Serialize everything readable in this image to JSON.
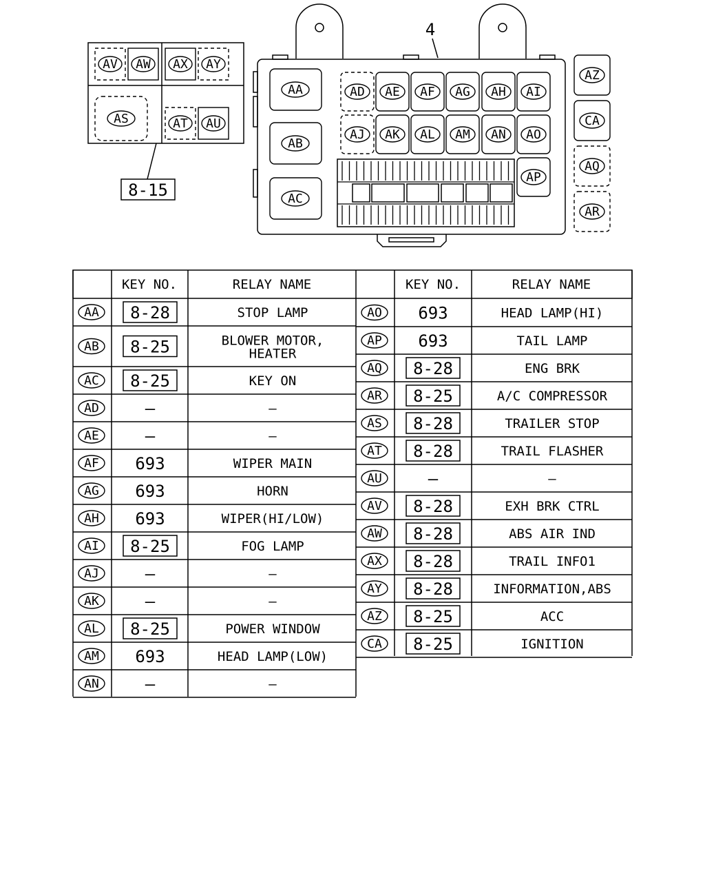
{
  "diagram": {
    "main_box_ref": "4",
    "sub_box_ref": "8-15",
    "sub_box_relays": [
      "AV",
      "AW",
      "AX",
      "AY",
      "AS",
      "AT",
      "AU"
    ],
    "main_box_relays": [
      "AA",
      "AB",
      "AC",
      "AD",
      "AE",
      "AF",
      "AG",
      "AH",
      "AI",
      "AJ",
      "AK",
      "AL",
      "AM",
      "AN",
      "AO",
      "AP"
    ],
    "side_relays": [
      "AZ",
      "CA",
      "AQ",
      "AR"
    ]
  },
  "table": {
    "headers": {
      "key_no": "KEY NO.",
      "relay_name": "RELAY NAME"
    },
    "left_rows": [
      {
        "id": "AA",
        "key": "8-28",
        "key_boxed": true,
        "name": "STOP LAMP"
      },
      {
        "id": "AB",
        "key": "8-25",
        "key_boxed": true,
        "name": "BLOWER MOTOR,",
        "name2": "HEATER"
      },
      {
        "id": "AC",
        "key": "8-25",
        "key_boxed": true,
        "name": "KEY ON"
      },
      {
        "id": "AD",
        "key": "—",
        "key_boxed": false,
        "name": "—"
      },
      {
        "id": "AE",
        "key": "—",
        "key_boxed": false,
        "name": "—"
      },
      {
        "id": "AF",
        "key": "693",
        "key_boxed": false,
        "name": "WIPER MAIN"
      },
      {
        "id": "AG",
        "key": "693",
        "key_boxed": false,
        "name": "HORN"
      },
      {
        "id": "AH",
        "key": "693",
        "key_boxed": false,
        "name": "WIPER(HI/LOW)"
      },
      {
        "id": "AI",
        "key": "8-25",
        "key_boxed": true,
        "name": "FOG LAMP"
      },
      {
        "id": "AJ",
        "key": "—",
        "key_boxed": false,
        "name": "—"
      },
      {
        "id": "AK",
        "key": "—",
        "key_boxed": false,
        "name": "—"
      },
      {
        "id": "AL",
        "key": "8-25",
        "key_boxed": true,
        "name": "POWER WINDOW"
      },
      {
        "id": "AM",
        "key": "693",
        "key_boxed": false,
        "name": "HEAD LAMP(LOW)"
      },
      {
        "id": "AN",
        "key": "—",
        "key_boxed": false,
        "name": "—"
      }
    ],
    "right_rows": [
      {
        "id": "AO",
        "key": "693",
        "key_boxed": false,
        "name": "HEAD LAMP(HI)"
      },
      {
        "id": "AP",
        "key": "693",
        "key_boxed": false,
        "name": "TAIL LAMP"
      },
      {
        "id": "AQ",
        "key": "8-28",
        "key_boxed": true,
        "name": "ENG BRK"
      },
      {
        "id": "AR",
        "key": "8-25",
        "key_boxed": true,
        "name": "A/C COMPRESSOR"
      },
      {
        "id": "AS",
        "key": "8-28",
        "key_boxed": true,
        "name": "TRAILER STOP"
      },
      {
        "id": "AT",
        "key": "8-28",
        "key_boxed": true,
        "name": "TRAIL FLASHER"
      },
      {
        "id": "AU",
        "key": "—",
        "key_boxed": false,
        "name": "—"
      },
      {
        "id": "AV",
        "key": "8-28",
        "key_boxed": true,
        "name": "EXH BRK CTRL"
      },
      {
        "id": "AW",
        "key": "8-28",
        "key_boxed": true,
        "name": "ABS AIR IND"
      },
      {
        "id": "AX",
        "key": "8-28",
        "key_boxed": true,
        "name": "TRAIL INFO1"
      },
      {
        "id": "AY",
        "key": "8-28",
        "key_boxed": true,
        "name": "INFORMATION,ABS"
      },
      {
        "id": "AZ",
        "key": "8-25",
        "key_boxed": true,
        "name": "ACC"
      },
      {
        "id": "CA",
        "key": "8-25",
        "key_boxed": true,
        "name": "IGNITION"
      }
    ]
  }
}
